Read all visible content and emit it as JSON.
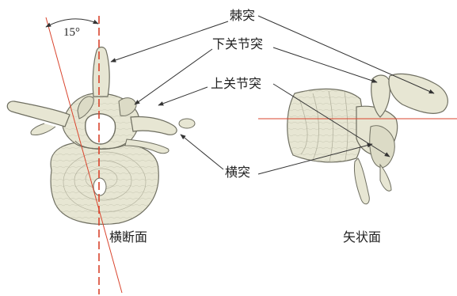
{
  "annotations": {
    "angle": "15°",
    "spinous_process": "棘突",
    "inferior_articular_process": "下关节突",
    "superior_articular_process": "上关节突",
    "transverse_process": "横突"
  },
  "views": {
    "transverse_plane": "横断面",
    "sagittal_plane": "矢状面"
  },
  "colors": {
    "bone_fill": "#e7e6d3",
    "bone_stroke": "#6e6e60",
    "reference_line": "#d9442d",
    "leader_line": "#333333"
  }
}
